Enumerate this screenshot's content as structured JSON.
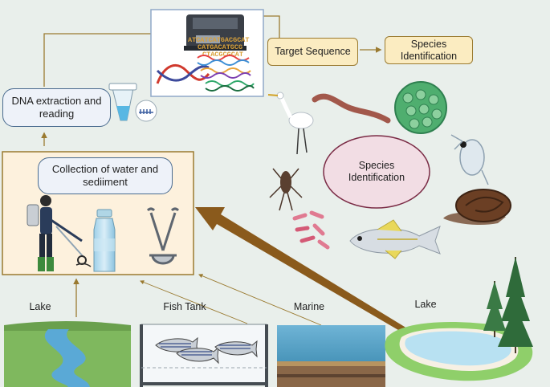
{
  "labels": {
    "dna_extraction": "DNA extraction and reading",
    "collection": "Collection of water and sediiment",
    "target_sequence": "Target Sequence",
    "species_id_top": "Species Identification",
    "species_id_center": "Species Identification",
    "lake_left": "Lake",
    "fish_tank": "Fish Tank",
    "marine": "Marine",
    "lake_right": "Lake"
  },
  "sequencer_text": [
    "ATCATCATGACGCAT",
    "CATGACATGCG",
    "CTACGCGCAT"
  ],
  "colors": {
    "background": "#e9efeb",
    "flow_line": "#9a7a30",
    "target_box_fill": "#fbecc1",
    "collection_fill": "#fdf1dd",
    "pill_border": "#4a6b8f",
    "oval_fill": "#f2dde4",
    "oval_border": "#7a2b45"
  },
  "icons": [
    "sequencer-icon",
    "dna-helix-icon",
    "test-tube-icon",
    "egret-icon",
    "earthworm-icon",
    "diatom-icon",
    "daphnia-icon",
    "water-bug-icon",
    "bacteria-icon",
    "fish-icon",
    "snail-icon",
    "diver-icon",
    "water-bottle-icon",
    "sediment-grab-icon",
    "river-icon",
    "aquarium-icon",
    "ocean-icon",
    "lake-pond-icon",
    "pine-tree-icon"
  ]
}
